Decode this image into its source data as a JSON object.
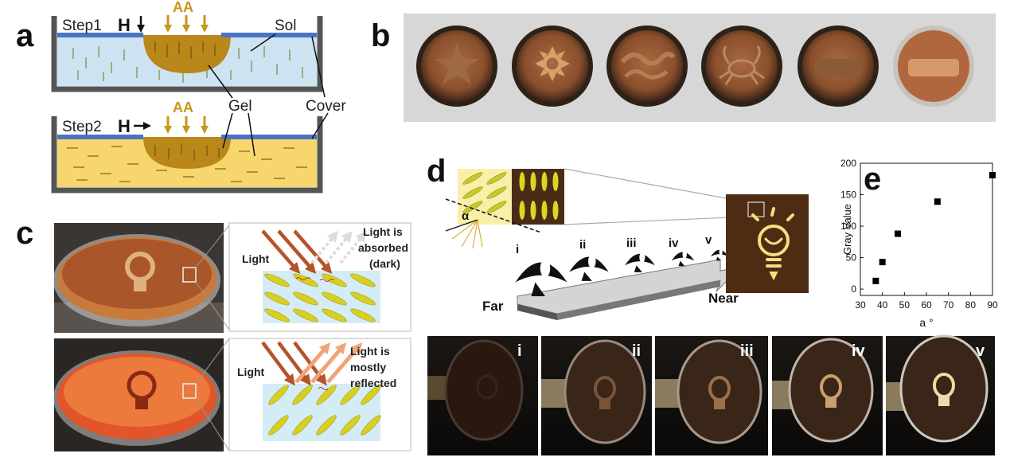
{
  "panels": {
    "a": "a",
    "b": "b",
    "c": "c",
    "d": "d",
    "e": "e"
  },
  "panel_a": {
    "step1": "Step1",
    "step2": "Step2",
    "field": "H",
    "aa": "AA",
    "sol": "Sol",
    "gel": "Gel",
    "cover": "Cover",
    "colors": {
      "sol": "#cde3f2",
      "gel_fluid": "#f8d66e",
      "gel": "#b9871a",
      "cover": "#4a74c4",
      "wall": "#555555"
    }
  },
  "panel_c": {
    "top": {
      "light": "Light",
      "note": [
        "Light is",
        "absorbed",
        "(dark)"
      ]
    },
    "bottom": {
      "light": "Light",
      "note": [
        "Light is",
        "mostly",
        "reflected"
      ]
    }
  },
  "panel_d": {
    "alpha": "α",
    "far": "Far",
    "near": "Near",
    "eyes": [
      "i",
      "ii",
      "iii",
      "iv",
      "v"
    ],
    "photo_labels": [
      "i",
      "ii",
      "iii",
      "iv",
      "v"
    ]
  },
  "chart_data": {
    "type": "scatter",
    "xlabel": "a °",
    "ylabel": "Gray Value",
    "xlim": [
      30,
      90
    ],
    "ylim": [
      -10,
      200
    ],
    "x_ticks": [
      30,
      40,
      50,
      60,
      70,
      80,
      90
    ],
    "y_ticks": [
      0,
      50,
      100,
      150,
      200
    ],
    "x": [
      37,
      40,
      47,
      65,
      90
    ],
    "y": [
      13,
      43,
      88,
      139,
      181
    ],
    "marker": "square",
    "color": "#000000"
  }
}
